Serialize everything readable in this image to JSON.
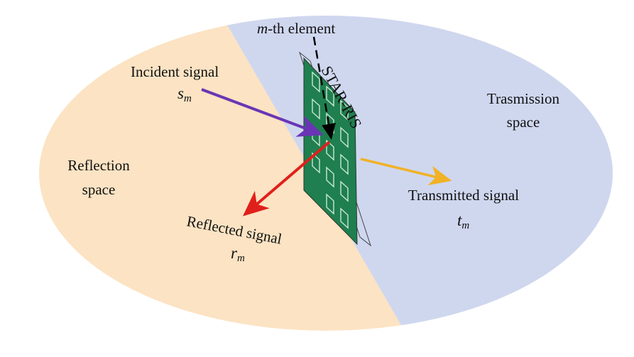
{
  "labels": {
    "element": "m-th element",
    "element_var": "m",
    "element_rest": "-th element",
    "incident": "Incident signal",
    "ris": "STAR-RIS",
    "trans_space_1": "Trasmission",
    "trans_space_2": "space",
    "refl_space_1": "Reflection",
    "refl_space_2": "space",
    "transmitted": "Transmitted signal",
    "reflected": "Reflected signal"
  },
  "math": {
    "s_base": "s",
    "t_base": "t",
    "r_base": "r",
    "sub": "m"
  },
  "colors": {
    "reflection_space": "#fbe3c3",
    "transmission_space": "#cfd7ef",
    "ris_panel": "#1f7f4f",
    "incident_arrow": "#6a35b5",
    "reflected_arrow": "#e0201b",
    "transmitted_arrow": "#f1b226",
    "pointer": "#000000"
  }
}
